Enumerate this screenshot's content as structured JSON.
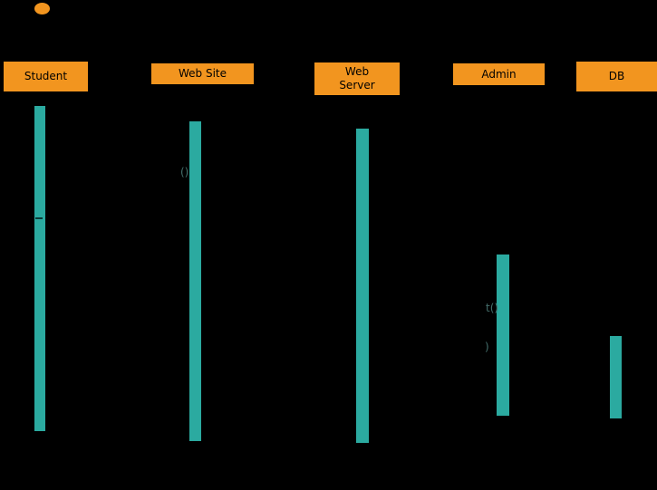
{
  "colors": {
    "background": "#000000",
    "participant_fill": "#F2951F",
    "participant_text": "#000000",
    "activation_fill": "#2BAAA0",
    "fragment_text": "#456F6C"
  },
  "actor": {
    "symbol": "actor-head-ellipse"
  },
  "participants": [
    {
      "id": "student",
      "label": "Student"
    },
    {
      "id": "web-site",
      "label": "Web Site"
    },
    {
      "id": "web-server",
      "label": "Web Server"
    },
    {
      "id": "admin",
      "label": "Admin"
    },
    {
      "id": "db",
      "label": "DB"
    }
  ],
  "activations": [
    {
      "participant": "student"
    },
    {
      "participant": "web-site"
    },
    {
      "participant": "web-server"
    },
    {
      "participant": "admin"
    },
    {
      "participant": "db"
    }
  ],
  "message_fragments": [
    {
      "text": "()"
    },
    {
      "text": "t()"
    },
    {
      "text": ")"
    }
  ]
}
